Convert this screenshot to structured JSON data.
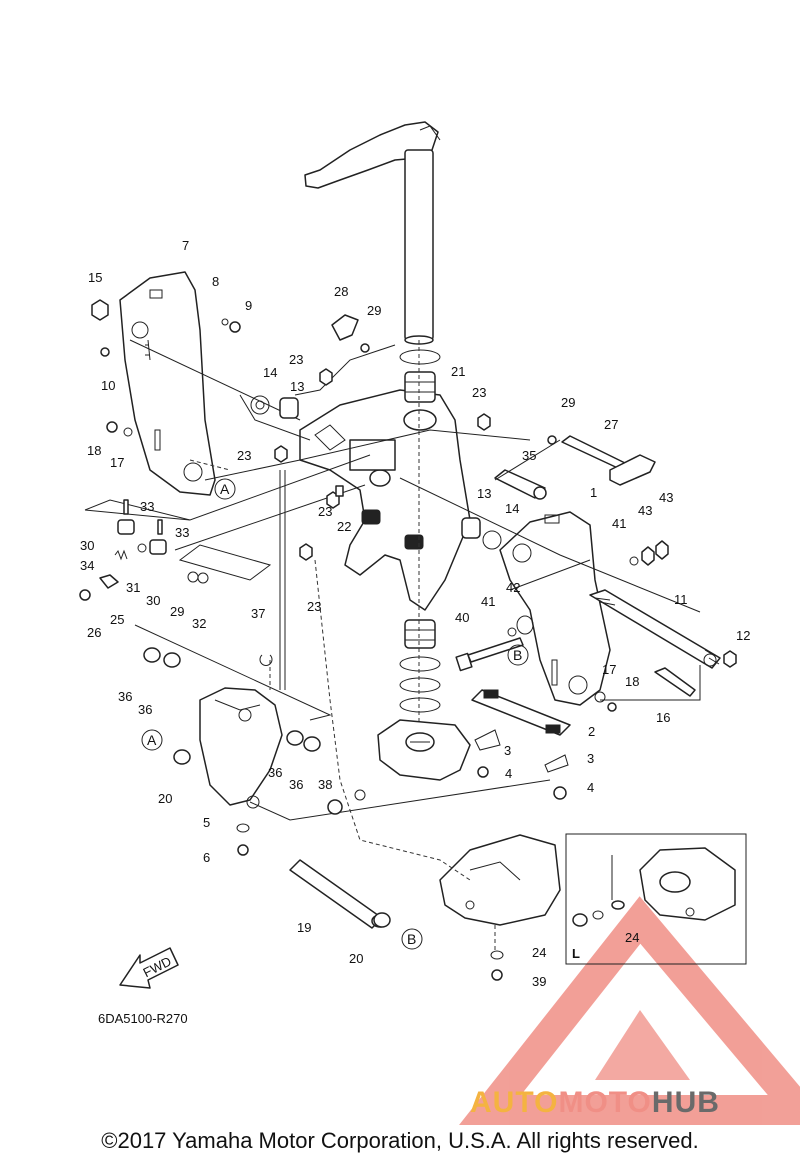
{
  "diagram": {
    "part_code": "6DA5100-R270",
    "fwd_label": "FWD",
    "inset_label": "L",
    "circle_markers": [
      "A",
      "A",
      "B",
      "B"
    ],
    "labels": [
      {
        "id": "l7",
        "text": "7"
      },
      {
        "id": "l15",
        "text": "15"
      },
      {
        "id": "l8",
        "text": "8"
      },
      {
        "id": "l9",
        "text": "9"
      },
      {
        "id": "l10",
        "text": "10"
      },
      {
        "id": "l28",
        "text": "28"
      },
      {
        "id": "l29a",
        "text": "29"
      },
      {
        "id": "l23a",
        "text": "23"
      },
      {
        "id": "l14a",
        "text": "14"
      },
      {
        "id": "l13a",
        "text": "13"
      },
      {
        "id": "l21",
        "text": "21"
      },
      {
        "id": "l23b",
        "text": "23"
      },
      {
        "id": "l18a",
        "text": "18"
      },
      {
        "id": "l17a",
        "text": "17"
      },
      {
        "id": "l23c",
        "text": "23"
      },
      {
        "id": "l29b",
        "text": "29"
      },
      {
        "id": "l27",
        "text": "27"
      },
      {
        "id": "l35",
        "text": "35"
      },
      {
        "id": "l1",
        "text": "1"
      },
      {
        "id": "l13b",
        "text": "13"
      },
      {
        "id": "l14b",
        "text": "14"
      },
      {
        "id": "l43a",
        "text": "43"
      },
      {
        "id": "l43b",
        "text": "43"
      },
      {
        "id": "l41a",
        "text": "41"
      },
      {
        "id": "l33a",
        "text": "33"
      },
      {
        "id": "l33b",
        "text": "33"
      },
      {
        "id": "l30a",
        "text": "30"
      },
      {
        "id": "l34",
        "text": "34"
      },
      {
        "id": "l31",
        "text": "31"
      },
      {
        "id": "l30b",
        "text": "30"
      },
      {
        "id": "l26",
        "text": "26"
      },
      {
        "id": "l25",
        "text": "25"
      },
      {
        "id": "l23d",
        "text": "23"
      },
      {
        "id": "l22",
        "text": "22"
      },
      {
        "id": "l23e",
        "text": "23"
      },
      {
        "id": "l29c",
        "text": "29"
      },
      {
        "id": "l32",
        "text": "32"
      },
      {
        "id": "l42",
        "text": "42"
      },
      {
        "id": "l41b",
        "text": "41"
      },
      {
        "id": "l40",
        "text": "40"
      },
      {
        "id": "l11",
        "text": "11"
      },
      {
        "id": "l12",
        "text": "12"
      },
      {
        "id": "l37",
        "text": "37"
      },
      {
        "id": "l17b",
        "text": "17"
      },
      {
        "id": "l18b",
        "text": "18"
      },
      {
        "id": "l16",
        "text": "16"
      },
      {
        "id": "l36a",
        "text": "36"
      },
      {
        "id": "l36b",
        "text": "36"
      },
      {
        "id": "l2",
        "text": "2"
      },
      {
        "id": "l3a",
        "text": "3"
      },
      {
        "id": "l3b",
        "text": "3"
      },
      {
        "id": "l4a",
        "text": "4"
      },
      {
        "id": "l4b",
        "text": "4"
      },
      {
        "id": "l20a",
        "text": "20"
      },
      {
        "id": "l36c",
        "text": "36"
      },
      {
        "id": "l36d",
        "text": "36"
      },
      {
        "id": "l38",
        "text": "38"
      },
      {
        "id": "l5",
        "text": "5"
      },
      {
        "id": "l6",
        "text": "6"
      },
      {
        "id": "l19",
        "text": "19"
      },
      {
        "id": "l20b",
        "text": "20"
      },
      {
        "id": "l24a",
        "text": "24"
      },
      {
        "id": "l24b",
        "text": "24"
      },
      {
        "id": "l39",
        "text": "39"
      }
    ]
  },
  "watermark": {
    "brand_part1": "AUTO",
    "brand_part2": "MOTO",
    "brand_part3": "HUB",
    "color_yellow": "#f4b341",
    "color_red": "#f08f86",
    "color_gray": "#6a6a6a"
  },
  "footer": {
    "copyright": "©2017 Yamaha Motor Corporation, U.S.A. All rights reserved."
  }
}
